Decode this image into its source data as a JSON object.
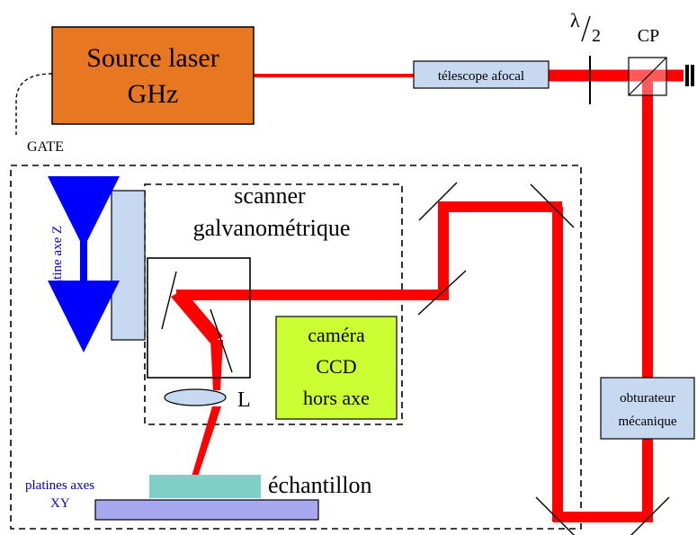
{
  "labels": {
    "source_line1": "Source laser",
    "source_line2": "GHz",
    "gate": "GATE",
    "telescope": "télescope afocal",
    "lambda": "λ",
    "lambda_denominator": "2",
    "cp": "CP",
    "scanner_line1": "scanner",
    "scanner_line2": "galvanométrique",
    "stage_z": "platine axe Z",
    "camera_line1": "caméra",
    "camera_line2": "CCD",
    "camera_line3": "hors axe",
    "lens": "L",
    "shutter_line1": "obturateur",
    "shutter_line2": "mécanique",
    "sample": "échantillon",
    "stage_xy_line1": "platines axes",
    "stage_xy_line2": "XY"
  },
  "colors": {
    "laser_beam": "#ff0000",
    "source_fill": "#e87722",
    "component_fill": "#c6d9f1",
    "camera_fill": "#ccff33",
    "sample_fill": "#80d0c8",
    "xy_stage_fill": "#a8a8f0",
    "z_arrow": "#0000ff",
    "blue_text": "#0000cc"
  }
}
